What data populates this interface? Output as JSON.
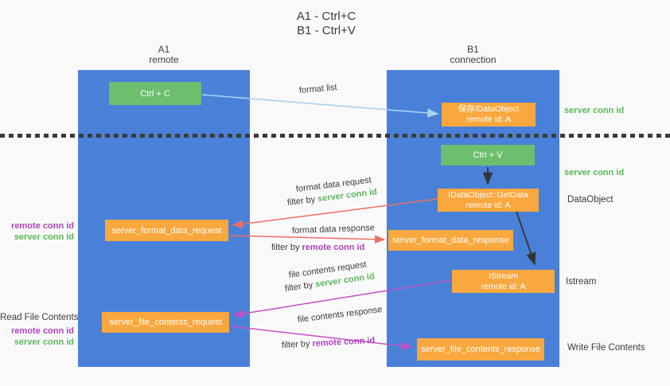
{
  "title": {
    "line1": "A1 - Ctrl+C",
    "line2": "B1 - Ctrl+V"
  },
  "columns": {
    "a1": {
      "name": "A1",
      "role": "remote"
    },
    "b1": {
      "name": "B1",
      "role": "connection"
    }
  },
  "nodes": {
    "ctrl_c": {
      "label": "Ctrl + C"
    },
    "save_dataobject": {
      "line1": "保存IDataObject",
      "line2": "remote id: A"
    },
    "ctrl_v": {
      "label": "Ctrl + V"
    },
    "getdata": {
      "line1": "IDataObject::GetData",
      "line2": "remote id: A"
    },
    "istream": {
      "line1": "IStream",
      "line2": "remote id: A"
    },
    "format_request": {
      "label": "server_format_data_request"
    },
    "format_response": {
      "label": "server_format_data_response"
    },
    "file_request": {
      "label": "server_file_contents_request"
    },
    "file_response": {
      "label": "server_file_contents_response"
    }
  },
  "edge_labels": {
    "format_list": "format list",
    "format_data_request": "format data request",
    "format_data_request_filter": {
      "prefix": "filter by",
      "id": "server conn id"
    },
    "format_data_response": "format data response",
    "format_data_response_filter": {
      "prefix": "filter by",
      "id": "remote conn id"
    },
    "file_contents_request": "file contents request",
    "file_contents_request_filter": {
      "prefix": "filter by",
      "id": "server conn id"
    },
    "file_contents_response": "file contents response",
    "file_contents_response_filter": {
      "prefix": "filter by",
      "id": "remote conn id"
    }
  },
  "side_labels": {
    "left_format_remote": "remote conn id",
    "left_format_server": "server conn id",
    "read_title": "Read File Contents",
    "read_remote": "remote conn id",
    "read_server": "server conn id",
    "right_save": "server conn id",
    "right_paste": "server conn id",
    "dataobject": "DataObject",
    "istream": "Istream",
    "write": "Write File Contents"
  },
  "colors": {
    "background": "#f9f9f9",
    "column_blue": "#4a81d8",
    "node_green": "#6dbe6e",
    "node_orange": "#f8a83e",
    "server_conn_id_green": "#5cb85c",
    "remote_conn_id_purple": "#ad44bb",
    "arrow_red": "#ee6f64",
    "arrow_magenta": "#c251c1",
    "arrow_lightblue": "#a9d3f0",
    "arrow_black": "#333333",
    "dotted_line": "#3b3b3b"
  }
}
